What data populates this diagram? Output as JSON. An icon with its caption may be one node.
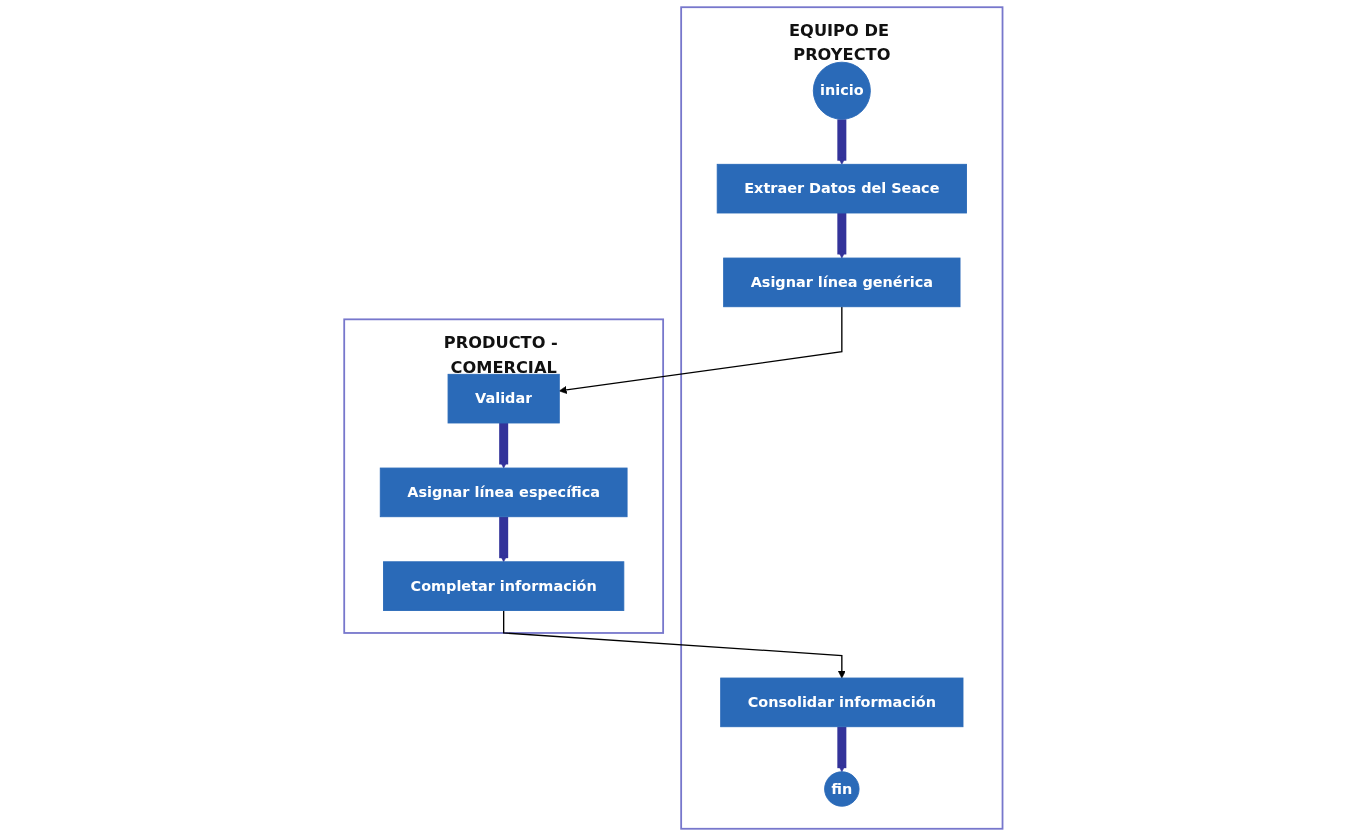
{
  "diagram": {
    "nodes": [
      {
        "text": [
          "EQUIPO DE PROYECTO"
        ]
      },
      {
        "text": [
          "PRODUCTO - COMERCIAL"
        ]
      },
      {
        "text": [
          "inicio"
        ],
        "in": 0
      },
      {
        "text": [
          "Extraer Datos del Seace"
        ],
        "in": 0
      },
      {
        "text": [
          "Asignar línea genérica"
        ],
        "in": 0
      },
      {
        "text": [
          "Validar"
        ],
        "in": 1
      },
      {
        "text": [
          "Asignar línea específica"
        ],
        "in": 1
      },
      {
        "text": [
          "Completar información"
        ],
        "in": 1
      },
      {
        "text": [
          "Consolidar información"
        ],
        "in": 0
      },
      {
        "text": [
          "fin"
        ],
        "in": 0
      }
    ],
    "edges": [
      {
        "from": 2,
        "to": 3,
        "arrow": "to"
      },
      {
        "from": 3,
        "to": 4,
        "arrow": "to"
      },
      {
        "from": 4,
        "to": 5,
        "arrow": "to",
        "color": "#000000"
      },
      {
        "from": 5,
        "to": 6,
        "arrow": "to"
      },
      {
        "from": 6,
        "to": 7,
        "arrow": "to"
      },
      {
        "from": 7,
        "to": 8,
        "arrow": "to",
        "color": "#000000"
      },
      {
        "from": 8,
        "to": 9,
        "arrow": "to"
      }
    ]
  }
}
